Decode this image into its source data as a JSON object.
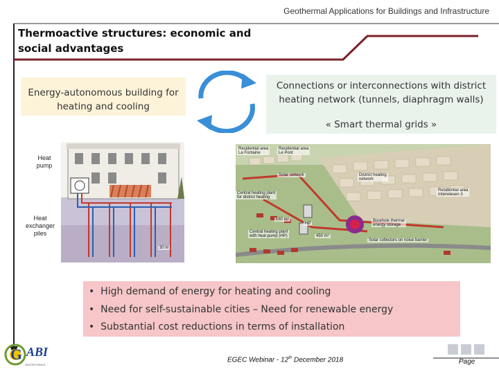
{
  "header": {
    "title": "Geothermal Applications for Buildings and Infrastructure"
  },
  "slide": {
    "title_line1": "Thermoactive structures: economic and",
    "title_line2": "social advantages"
  },
  "left_box": {
    "line1": "Energy-autonomous building for",
    "line2": "heating and cooling"
  },
  "right_box": {
    "line1": "Connections or interconnections with district",
    "line2": "heating network (tunnels, diaphragm walls)",
    "smart": "« Smart thermal grids »"
  },
  "building_image": {
    "label_pump": "Heat\npump",
    "label_piles": "Heat\nexchanger\npiles",
    "depth": "30 m"
  },
  "district_image": {
    "labels": [
      "Residential area\nLa Fontaine",
      "Residential area\nLe Pont",
      "Solar network",
      "District heating\nnetwork",
      "Central heating plant\nfor district heating",
      "Residential area\nInterwiesen 3",
      "160 m³",
      "Central heating plant\nwith heat pump (HP)",
      "Borehole thermal\nenergy storage",
      "450 m³",
      "Solar collectors on noise barrier",
      "HP"
    ]
  },
  "bullets": [
    "High demand of energy for heating and cooling",
    "Need for self-sustainable cities – Need for renewable energy",
    "Substantial cost reductions in terms of installation"
  ],
  "footer": {
    "webinar_prefix": "EGEC Webinar - 12",
    "webinar_sup": "th",
    "webinar_suffix": " December 2018",
    "page": "Page"
  },
  "logo": {
    "text": "ABI",
    "initial": "G",
    "subtitle": "GEOTECHNICS"
  },
  "colors": {
    "title_line": "#7a2128",
    "bullet_bg": "#f6c6c8",
    "right_box_bg": "#e9f3ec",
    "left_box_bg": "#fdf3d9",
    "arrow_blue": "#3a8fd6"
  }
}
